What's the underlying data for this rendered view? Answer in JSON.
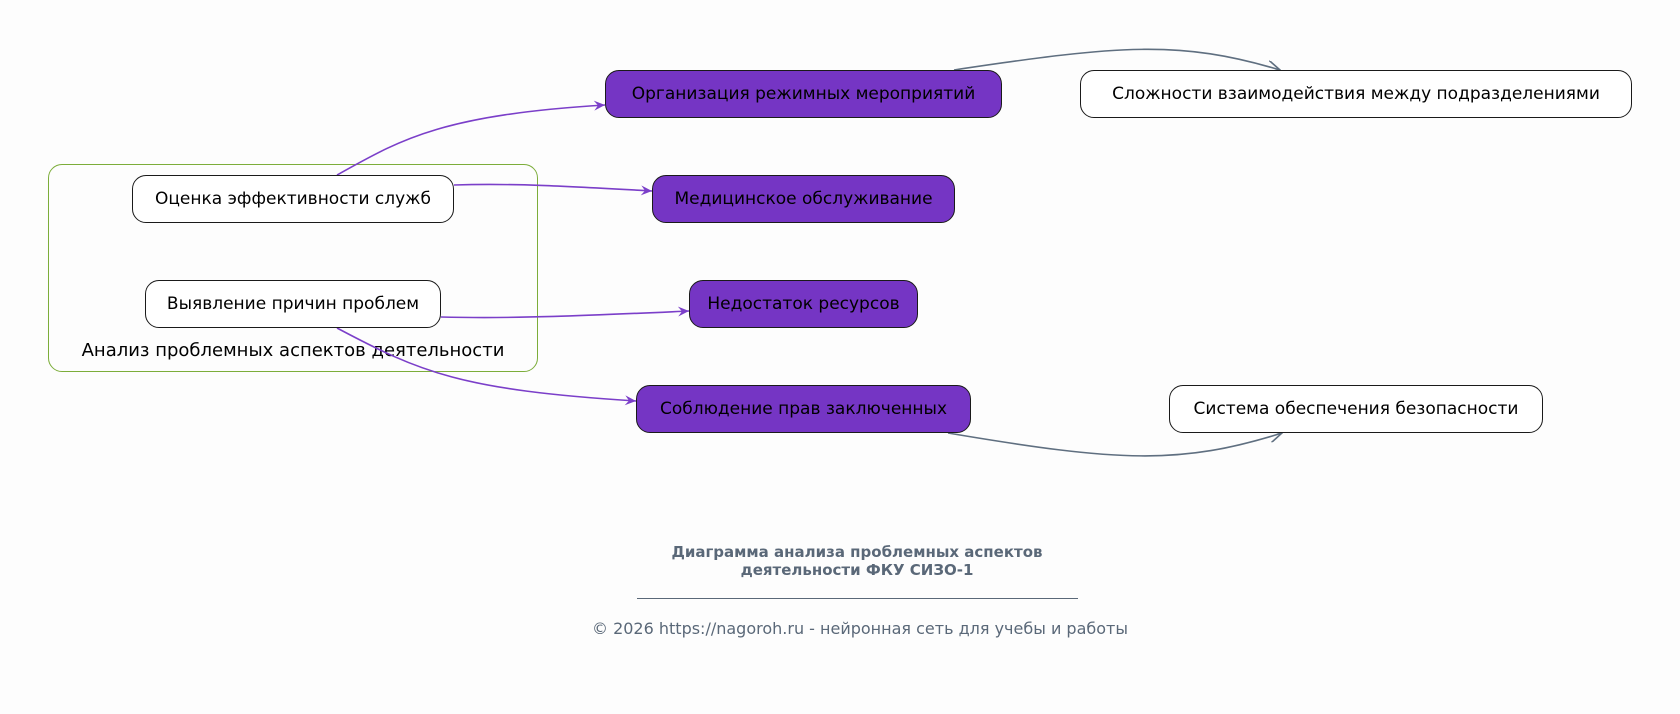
{
  "cluster": {
    "label": "Анализ проблемных аспектов деятельности"
  },
  "nodes": {
    "evaluation": "Оценка эффективности служб",
    "causes": "Выявление причин проблем",
    "regime": "Организация режимных мероприятий",
    "medical": "Медицинское обслуживание",
    "resources": "Недостаток ресурсов",
    "rights": "Соблюдение прав заключенных",
    "interaction": "Сложности взаимодействия между подразделениями",
    "security": "Система обеспечения безопасности"
  },
  "edges": [
    {
      "from": "evaluation",
      "to": "regime"
    },
    {
      "from": "evaluation",
      "to": "medical"
    },
    {
      "from": "causes",
      "to": "resources"
    },
    {
      "from": "causes",
      "to": "rights"
    },
    {
      "from": "regime",
      "to": "interaction"
    },
    {
      "from": "rights",
      "to": "security"
    }
  ],
  "title": {
    "line1": "Диаграмма анализа проблемных аспектов",
    "line2": "деятельности ФКУ СИЗО-1"
  },
  "footer": "© 2026 https://nagoroh.ru - нейронная сеть для учебы и работы",
  "colors": {
    "primary": "#7535c4",
    "edge_primary": "#7b3fc9",
    "edge_secondary": "#5f6f80",
    "cluster_border": "#7cad3a",
    "text_muted": "#5a6878"
  }
}
